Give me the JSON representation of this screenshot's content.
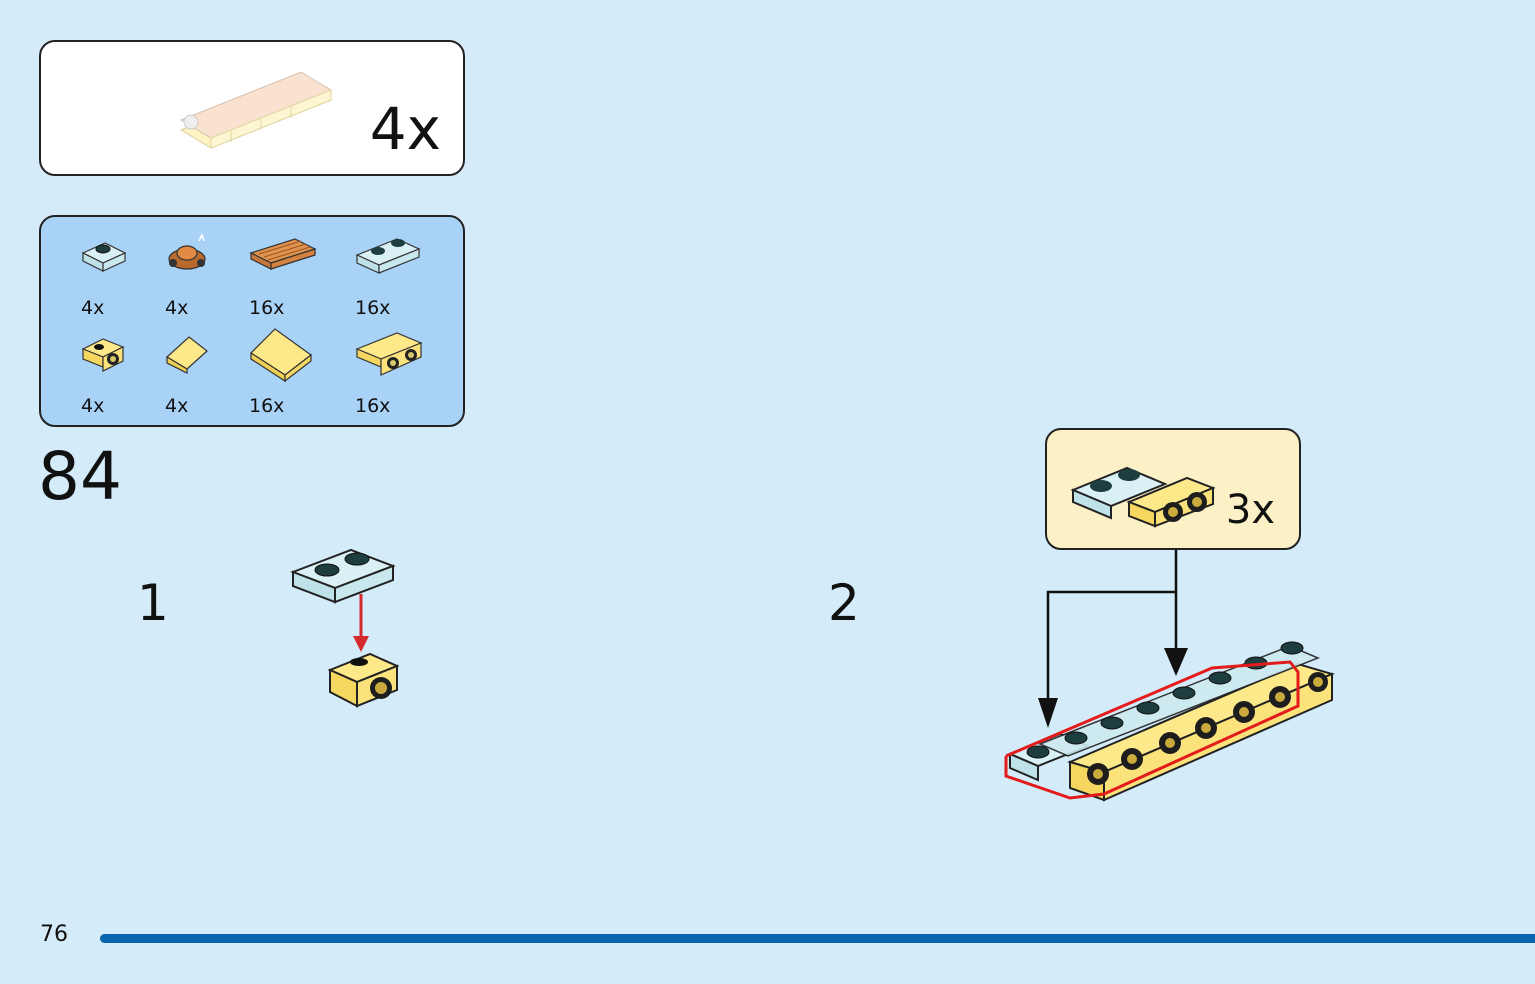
{
  "submodel": {
    "count": "4x"
  },
  "parts": [
    {
      "icon": "plate-1x2-transparent-light-blue",
      "qty": "4x"
    },
    {
      "icon": "minifig-accessory-brown",
      "qty": "4x"
    },
    {
      "icon": "tile-2x4-grooved-orange",
      "qty": "16x"
    },
    {
      "icon": "plate-1x2-transparent-light-blue-2",
      "qty": "16x"
    },
    {
      "icon": "bracket-1x1-yellow",
      "qty": "4x"
    },
    {
      "icon": "slope-small-yellow",
      "qty": "4x"
    },
    {
      "icon": "slope-large-yellow",
      "qty": "16x"
    },
    {
      "icon": "bracket-1x2-yellow",
      "qty": "16x"
    }
  ],
  "step": {
    "number": "84"
  },
  "substeps": [
    {
      "number": "1"
    },
    {
      "number": "2"
    }
  ],
  "callout": {
    "count": "3x"
  },
  "page": {
    "number": "76"
  },
  "colors": {
    "background": "#d4ebf9",
    "parts_panel": "#a8d2f6",
    "callout": "#fbf0c6",
    "page_bar": "#0a64b0",
    "highlight": "#e31b1b",
    "yellow": "#fde98a",
    "trans_blue": "#cdeaf0"
  }
}
